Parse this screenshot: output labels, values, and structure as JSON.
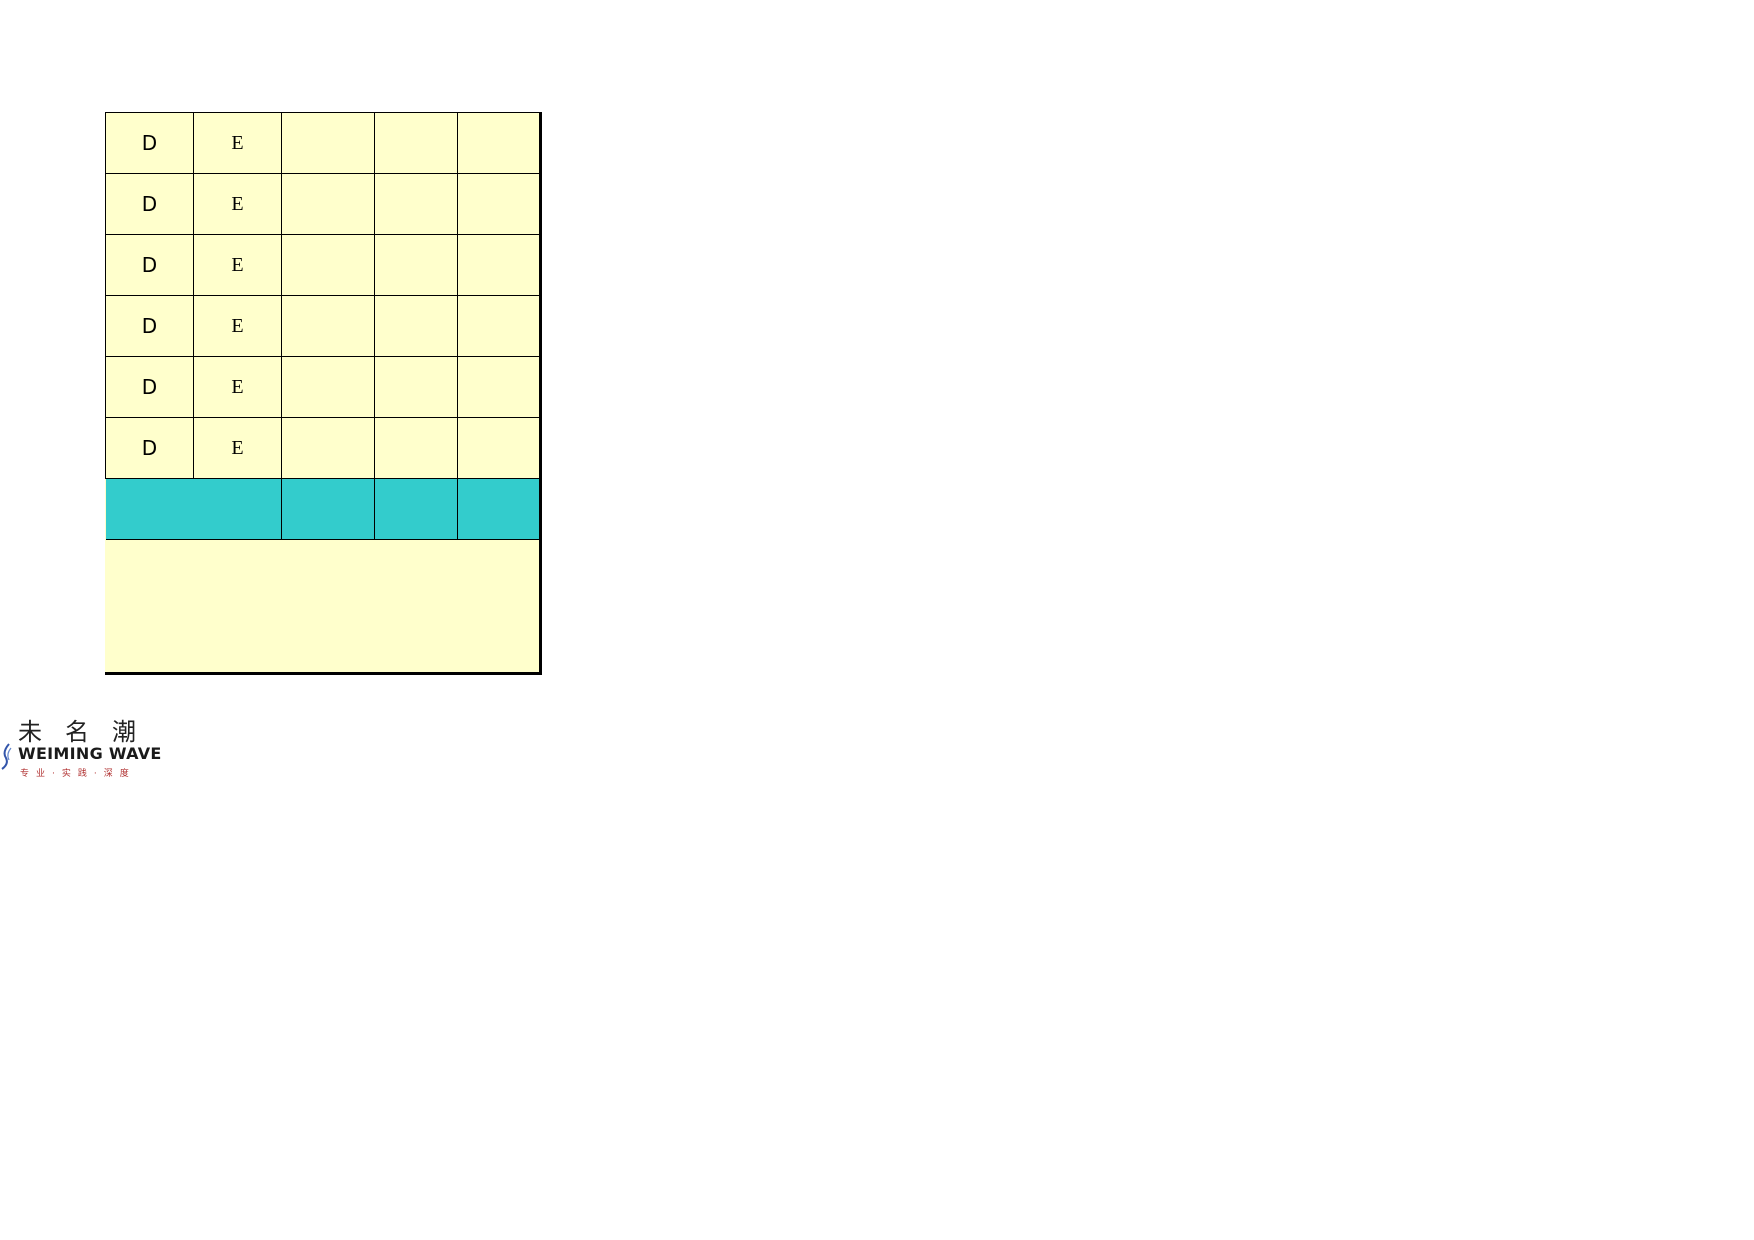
{
  "table": {
    "rows": [
      {
        "c1": "D",
        "c2": "E",
        "c3": "",
        "c4": "",
        "c5": ""
      },
      {
        "c1": "D",
        "c2": "E",
        "c3": "",
        "c4": "",
        "c5": ""
      },
      {
        "c1": "D",
        "c2": "E",
        "c3": "",
        "c4": "",
        "c5": ""
      },
      {
        "c1": "D",
        "c2": "E",
        "c3": "",
        "c4": "",
        "c5": ""
      },
      {
        "c1": "D",
        "c2": "E",
        "c3": "",
        "c4": "",
        "c5": ""
      },
      {
        "c1": "D",
        "c2": "E",
        "c3": "",
        "c4": "",
        "c5": ""
      }
    ],
    "cell_color": "#ffffcc",
    "highlight_row_color": "#33cccc"
  },
  "logo": {
    "name_cn": "未名潮",
    "name_en": "WEIMING WAVE",
    "tagline": "专业·实践·深度",
    "icon": "wave-mark-icon",
    "tagline_color": "#b03030"
  }
}
